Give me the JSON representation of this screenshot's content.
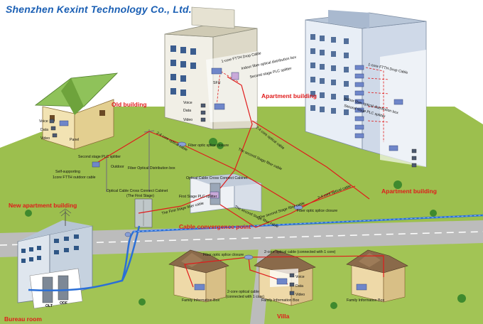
{
  "title": "Shenzhen Kexint Technology Co., Ltd.",
  "colors": {
    "ground": "#9cbf4e",
    "road": "#b9b9b9",
    "fiber_red": "#e01b1b",
    "cable_blue": "#2b6fd6",
    "title_blue": "#1a5fb4"
  },
  "areas": {
    "old_building": "Old building",
    "apartment_1": "Apartment building",
    "apartment_2": "Apartment building",
    "new_apartment": "New apartment building",
    "cable_point": "Cable convergence point",
    "bureau": "Bureau room",
    "villa": "Villa"
  },
  "labels": {
    "drop1": "1-core FTTH Drop Cable",
    "idb": "Indoor fiber optical distribution box",
    "plc2": "Second stage PLC splitter",
    "voice": "Voice",
    "data": "Data",
    "video": "Video",
    "sfu": "SFU",
    "drop2": "1-core FTTH Drop Cable",
    "idb2": "Indoor fiber optical distribution box",
    "plc3": "Second stage PLC splitter",
    "old_voice": "Voice",
    "old_data": "Data",
    "old_video": "Video",
    "panel": "Panel",
    "old_plc": "Second stage PLC splitter",
    "outdoor": "Outdoor",
    "self_supporting": "Self-supporting",
    "outdoor_cable": "1core FTTH outdoor cable",
    "fodb": "Fiber Optical Distribution box",
    "core24_a": "2-4 core optical cable",
    "splice1": "Fiber optic splice closure",
    "second_stage_cable": "The second  Stage fiber cable",
    "core24_b": "2-4 core optical cable",
    "cabinet_top": "Optical Cable Cross Connect Cabinet",
    "cabinet_first": "Optical Cable Cross Connect Cabinet",
    "first_stage_paren": "(The First Stage)",
    "first_plc": "First Stage  PLC splitter",
    "first_stage_cable": "The First Stage fiber cable",
    "second_stage_cable_b": "The second  Stage fiber cable",
    "second_stage_cable_c": "The second  Stage fiber cable",
    "splice2": "Fiber optic splice closure",
    "core24_c": "2-4 core optical cable",
    "splice3": "Fiber optic splice closure",
    "two_core": "2-core optical cable (connected with 1 core)",
    "two_core_b": "2-core optical cable",
    "connected_b": "(connected with 1 core)",
    "fib1": "Family Information Box",
    "fib2": "Family Information Box",
    "fib3": "Family Information Box",
    "villa_voice": "Voice",
    "villa_data": "Data",
    "villa_video": "Video",
    "olt": "OLT",
    "odf": "ODF"
  }
}
